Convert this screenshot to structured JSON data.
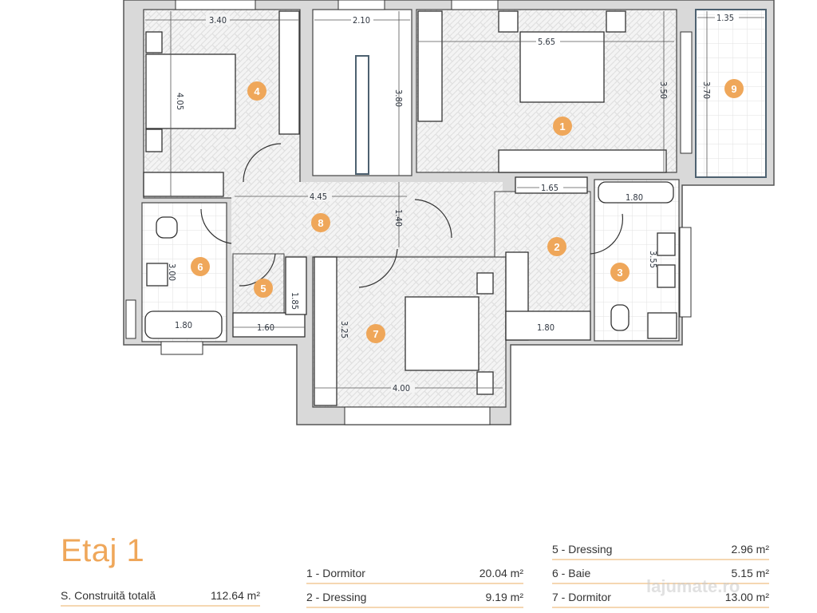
{
  "title": "Etaj 1",
  "accent_color": "#efa75a",
  "summary": {
    "label": "S. Construită totală",
    "value": "112.64 m²"
  },
  "rooms_col1": [
    {
      "label": "1 - Dormitor",
      "value": "20.04 m²"
    },
    {
      "label": "2 - Dressing",
      "value": "9.19 m²"
    }
  ],
  "rooms_col2": [
    {
      "label": "5 - Dressing",
      "value": "2.96 m²"
    },
    {
      "label": "6 - Baie",
      "value": "5.15 m²"
    },
    {
      "label": "7 - Dormitor",
      "value": "13.00 m²"
    }
  ],
  "plan": {
    "badges": [
      "1",
      "2",
      "3",
      "4",
      "5",
      "6",
      "7",
      "8",
      "9"
    ],
    "dimensions": {
      "d_340": "3.40",
      "d_405": "4.05",
      "d_210": "2.10",
      "d_380": "3.80",
      "d_565": "5.65",
      "d_350": "3.50",
      "d_135": "1.35",
      "d_370": "3.70",
      "d_445": "4.45",
      "d_140": "1.40",
      "d_165": "1.65",
      "d_180a": "1.80",
      "d_355": "3.55",
      "d_180b": "1.80",
      "d_300": "3.00",
      "d_180c": "1.80",
      "d_160": "1.60",
      "d_185": "1.85",
      "d_325": "3.25",
      "d_400": "4.00"
    }
  },
  "watermark": "lajumate.ro"
}
